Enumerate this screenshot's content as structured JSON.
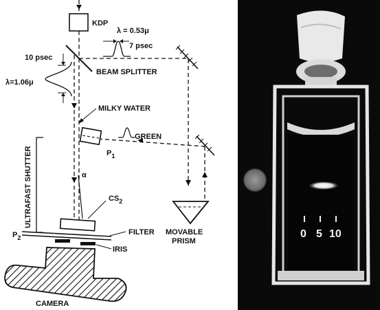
{
  "diagram": {
    "labels": {
      "kdp": "KDP",
      "lambda_green": "λ = 0.53μ",
      "pulse_green": "7 psec",
      "pulse_ir": "10 psec",
      "lambda_ir": "λ=1.06μ",
      "beam_splitter": "BEAM SPLITTER",
      "milky_water": "MILKY WATER",
      "green": "GREEN",
      "p1": "P",
      "p1_sub": "1",
      "ultrafast_shutter": "ULTRAFAST SHUTTER",
      "alpha": "α",
      "cs2": "CS",
      "cs2_sub": "2",
      "p2": "P",
      "p2_sub": "2",
      "filter": "FILTER",
      "iris": "IRIS",
      "camera": "CAMERA",
      "movable": "MOVABLE",
      "prism": "PRISM"
    }
  },
  "photo": {
    "scale_numbers": [
      "0",
      "5",
      "10"
    ]
  },
  "colors": {
    "ink": "#111111",
    "photo_background": "#0a0a0a",
    "glass": "#e8e8e8"
  }
}
